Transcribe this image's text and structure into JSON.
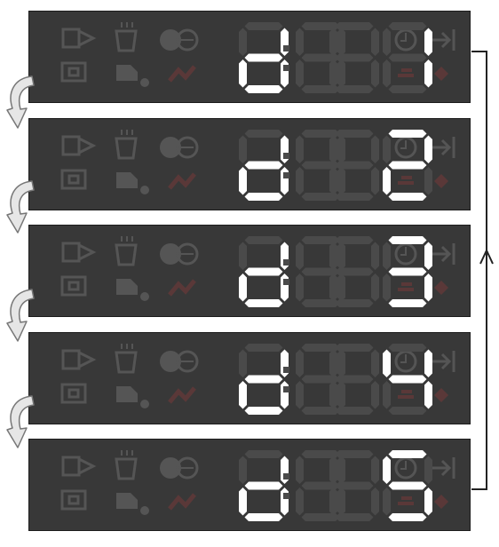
{
  "panels": [
    {
      "code": "d:01",
      "digits": [
        "d",
        "",
        "",
        "1"
      ],
      "active_digit": 3
    },
    {
      "code": "d:02",
      "digits": [
        "d",
        "",
        "",
        "2"
      ],
      "active_digit": 3
    },
    {
      "code": "d:03",
      "digits": [
        "d",
        "",
        "",
        "3"
      ],
      "active_digit": 3
    },
    {
      "code": "d:04",
      "digits": [
        "d",
        "",
        "",
        "4"
      ],
      "active_digit": 3
    },
    {
      "code": "d:05",
      "digits": [
        "d",
        "",
        "",
        "5"
      ],
      "active_digit": 3
    }
  ],
  "icons": [
    "prewash-icon",
    "detergent-icon",
    "half-load-icon",
    "timer-icon",
    "delay-start-icon",
    "eco-icon",
    "rinse-aid-icon",
    "salt-icon",
    "water-icon",
    "extra-icon"
  ],
  "colors": {
    "panel": "#383838",
    "lit_segment": "#ffffff",
    "unlit_segment": "#4a4a4a",
    "icon_dim": "#555555",
    "icon_red_dim": "#5a3838",
    "arrow_fill": "#e6e6e6",
    "arrow_stroke": "#777777",
    "loop_line": "#222222"
  }
}
